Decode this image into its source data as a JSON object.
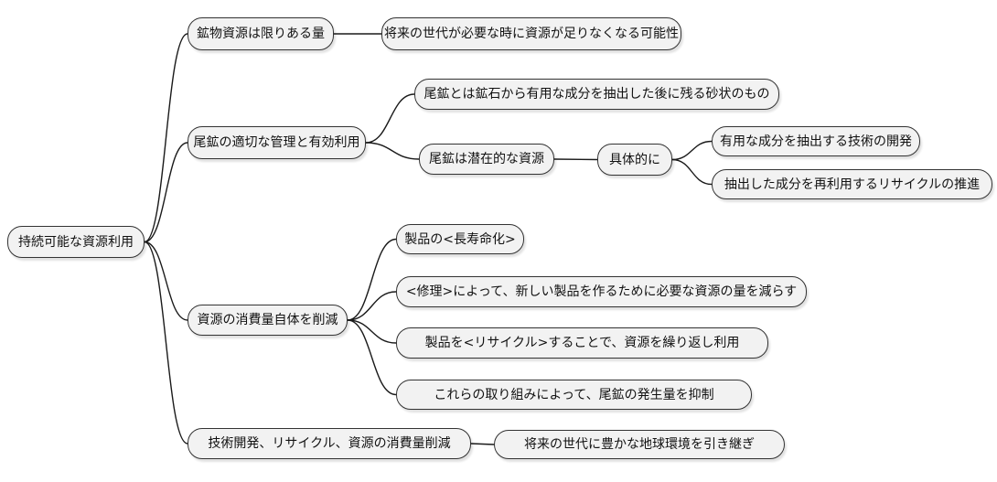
{
  "diagram": {
    "type": "mindmap",
    "root": {
      "label": "持続可能な資源利用",
      "children": [
        {
          "label": "鉱物資源は限りある量",
          "children": [
            {
              "label": "将来の世代が必要な時に資源が足りなくなる可能性",
              "children": []
            }
          ]
        },
        {
          "label": "尾鉱の適切な管理と有効利用",
          "children": [
            {
              "label": "尾鉱とは鉱石から有用な成分を抽出した後に残る砂状のもの",
              "children": []
            },
            {
              "label": "尾鉱は潜在的な資源",
              "children": [
                {
                  "label": "具体的に",
                  "children": [
                    {
                      "label": "有用な成分を抽出する技術の開発",
                      "children": []
                    },
                    {
                      "label": "抽出した成分を再利用するリサイクルの推進",
                      "children": []
                    }
                  ]
                }
              ]
            }
          ]
        },
        {
          "label": "資源の消費量自体を削減",
          "children": [
            {
              "label": "製品の<長寿命化>",
              "children": []
            },
            {
              "label": "<修理>によって、新しい製品を作るために必要な資源の量を減らす",
              "children": []
            },
            {
              "label": "製品を<リサイクル>することで、資源を繰り返し利用",
              "children": []
            },
            {
              "label": "これらの取り組みによって、尾鉱の発生量を抑制",
              "children": []
            }
          ]
        },
        {
          "label": "技術開発、リサイクル、資源の消費量削減",
          "children": [
            {
              "label": "将来の世代に豊かな地球環境を引き継ぎ",
              "children": []
            }
          ]
        }
      ]
    },
    "colors": {
      "node_fill": "#f2f2f2",
      "node_border": "#333333",
      "edge_stroke": "#1a1a1a",
      "background": "#ffffff",
      "text": "#111111"
    }
  }
}
